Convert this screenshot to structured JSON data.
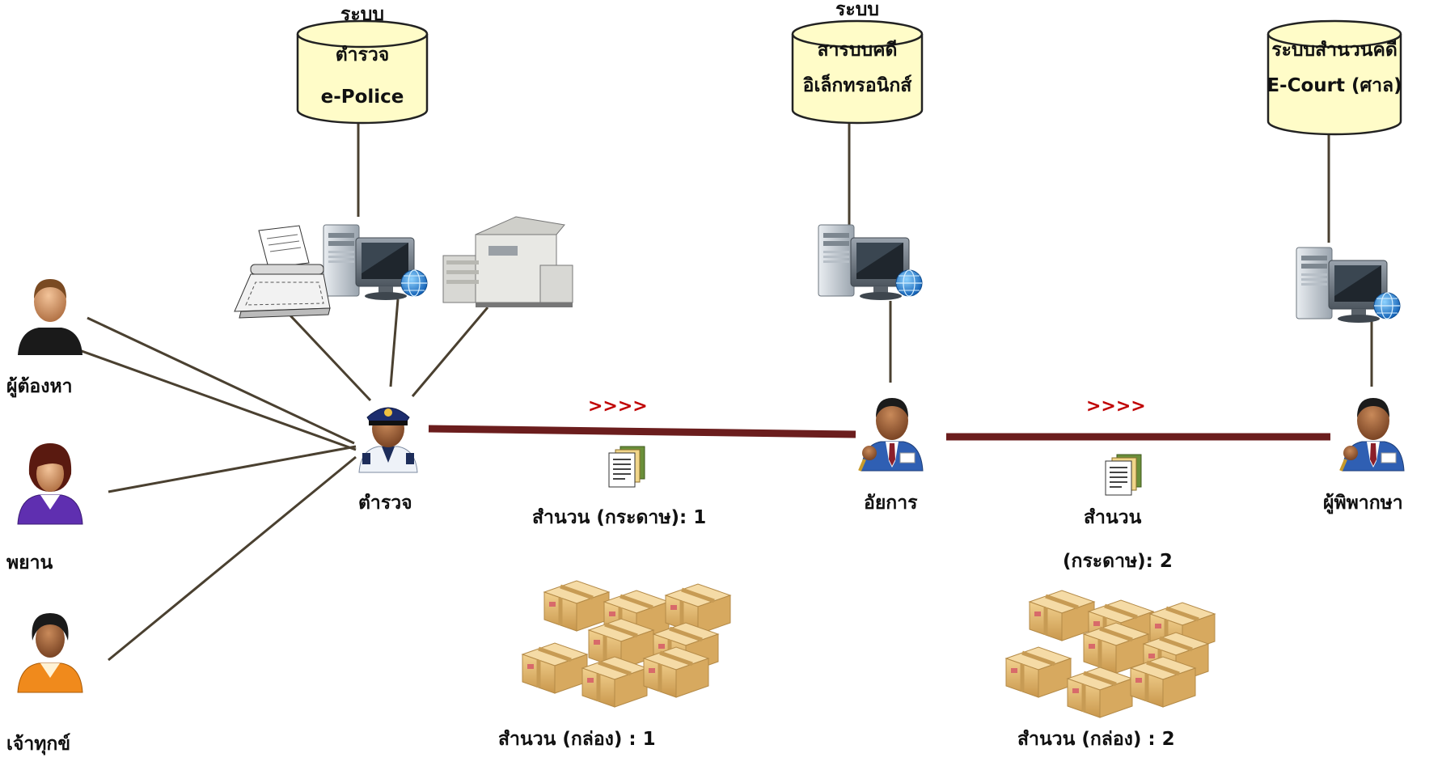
{
  "databases": {
    "police": {
      "lines": [
        "ระบบ",
        "ตำรวจ",
        "e-Police"
      ]
    },
    "prosecutor": {
      "lines": [
        "ระบบ",
        "สารบบคดี",
        "อิเล็กทรอนิกส์"
      ]
    },
    "court": {
      "lines": [
        "ระบบสำนวนคดี",
        "E-Court (ศาล)"
      ]
    }
  },
  "actors": {
    "suspect": "ผู้ต้องหา",
    "witness": "พยาน",
    "plaintiff": "เจ้าทุกข์",
    "police": "ตำรวจ",
    "prosecutor": "อัยการ",
    "judge": "ผู้พิพากษา"
  },
  "flows": {
    "arrow1": ">>>>",
    "arrow2": ">>>>",
    "paper1": "สำนวน (กระดาษ): 1",
    "paper2_line1": "สำนวน",
    "paper2_line2": "(กระดาษ): 2",
    "box1": "สำนวน (กล่อง) : 1",
    "box2": "สำนวน (กล่อง) : 2"
  },
  "colors": {
    "cylinder_fill": "#fffcc8",
    "connector": "#4a4030",
    "flow_line": "#6b1d1d",
    "arrow_text": "#c00000"
  }
}
